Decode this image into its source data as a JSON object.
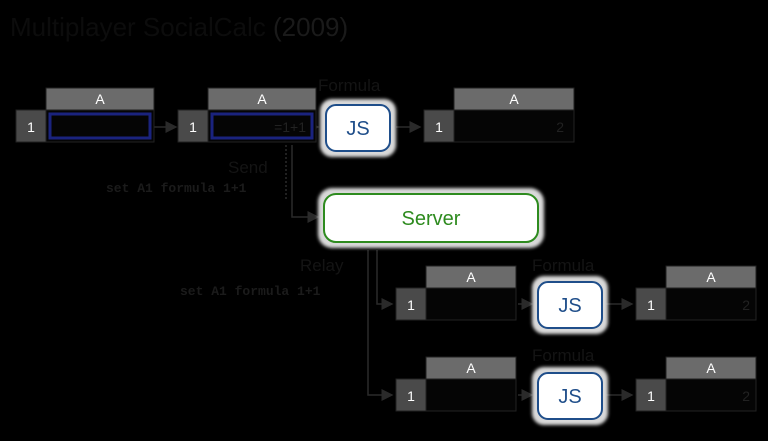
{
  "title": {
    "main": "Multiplayer SocialCalc",
    "year": "(2009)"
  },
  "column_label": "A",
  "row_label": "1",
  "cell_result": "2",
  "cell_input": "=1+1",
  "js_label": "JS",
  "server_label": "Server",
  "labels": {
    "formula": "Formula",
    "send": "Send",
    "relay": "Relay"
  },
  "commands": {
    "send": "set A1 formula 1+1",
    "relay": "set A1 formula 1+1"
  },
  "colors": {
    "background": "#000000",
    "cell_header": "#6b6b6b",
    "row_header": "#4a4a4a",
    "selection": "#1a237e",
    "js_fill": "#ffffff",
    "js_border": "#1f4e8a",
    "js_text": "#1f4e8a",
    "server_text": "#2e8b1f",
    "server_border": "#2e8b1f",
    "glow": "#d9d9d9"
  }
}
